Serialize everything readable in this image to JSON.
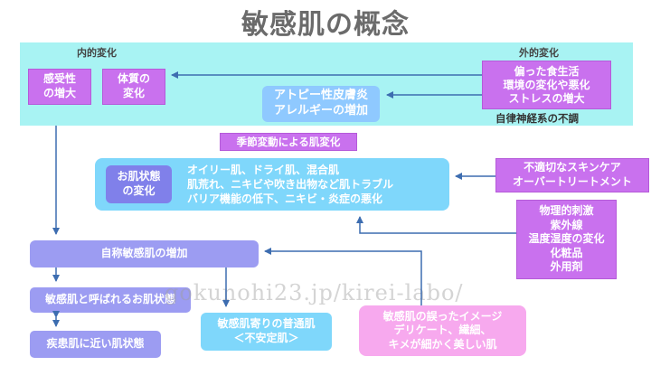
{
  "title": "敏感肌の概念",
  "band": {
    "internal_label": "内的変化",
    "external_label": "外的変化",
    "sensitivity": "感受性\nの増大",
    "constitution": "体質の\n変化",
    "atopy": "アトピー性皮膚炎\nアレルギーの増加",
    "external_causes": "偏った食生活\n環境の変化や悪化\nストレスの増大",
    "autonomic": "自律神経系の不調"
  },
  "seasonal": "季節変動による肌変化",
  "skin_change": {
    "title": "お肌状態\nの変化",
    "details": "オイリー肌、ドライ肌、混合肌\n肌荒れ、ニキビや吹き出物など肌トラブル\nバリア機能の低下、ニキビ・炎症の悪化"
  },
  "skincare": "不適切なスキンケア\nオーバートリートメント",
  "physical": "物理的刺激\n紫外線\n温度湿度の変化\n化粧品\n外用剤",
  "self_reported": "自称敏感肌の増加",
  "called_sensitive": "敏感肌と呼ばれるお肌状態",
  "near_disease": "疾患肌に近い肌状態",
  "unstable": "敏感肌寄りの普通肌\n＜不安定肌＞",
  "misconception": "敏感肌の誤ったイメージ\nデリケート、繊細、\nキメが細かく美しい肌",
  "watermark": "gokunohi23.jp/kirei-labo/"
}
